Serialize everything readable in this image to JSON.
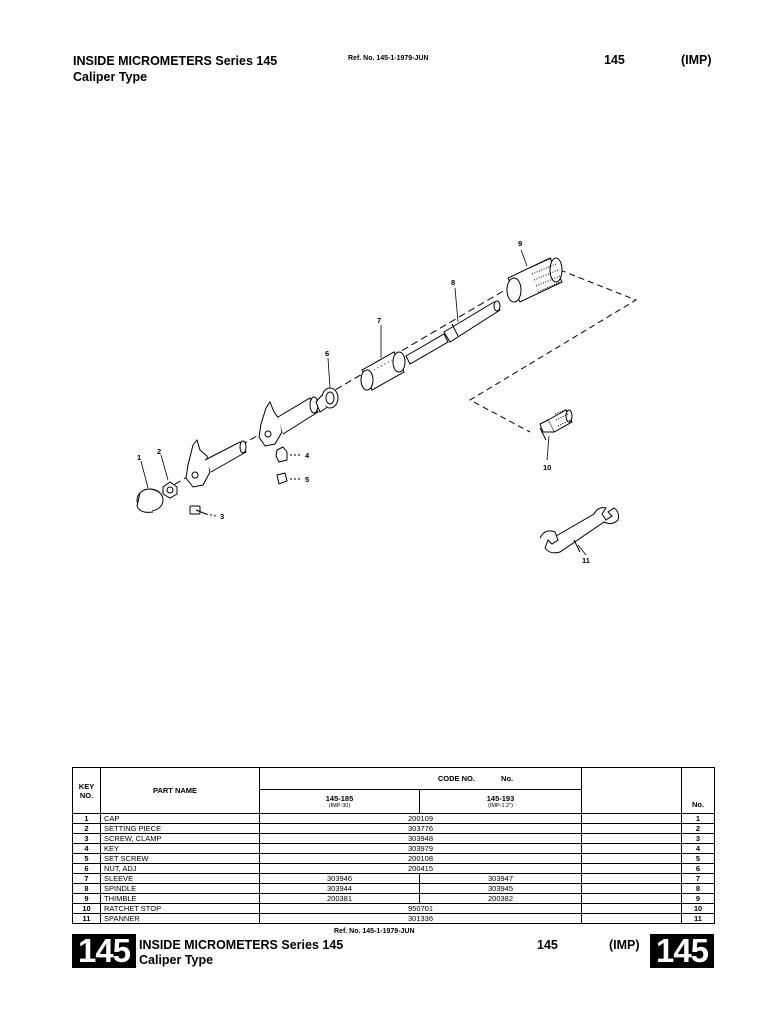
{
  "header": {
    "title_line1": "INSIDE MICROMETERS Series 145",
    "title_line2": "Caliper Type",
    "ref": "Ref. No. 145-1-1979-JUN",
    "number": "145",
    "category": "(IMP)"
  },
  "diagram": {
    "callouts": [
      "1",
      "2",
      "3",
      "4",
      "5",
      "6",
      "7",
      "8",
      "9",
      "10",
      "11"
    ]
  },
  "table": {
    "head": {
      "key_no": "KEY NO.",
      "part_name": "PART NAME",
      "code_no": "CODE NO.",
      "no_mid": "No.",
      "no_end": "No.",
      "model_a": "145-185",
      "model_a_sub": "(IMP-30)",
      "model_b": "145-193",
      "model_b_sub": "(IMP-1.2\")"
    },
    "rows": [
      {
        "key": "1",
        "name": "CAP",
        "a": "200109",
        "b": "",
        "end": "1"
      },
      {
        "key": "2",
        "name": "SETTING PIECE",
        "a": "303776",
        "b": "",
        "end": "2"
      },
      {
        "key": "3",
        "name": "SCREW, CLAMP",
        "a": "303948",
        "b": "",
        "end": "3"
      },
      {
        "key": "4",
        "name": "KEY",
        "a": "303979",
        "b": "",
        "end": "4"
      },
      {
        "key": "5",
        "name": "SET SCREW",
        "a": "200108",
        "b": "",
        "end": "5"
      },
      {
        "key": "6",
        "name": "NUT, ADJ",
        "a": "200415",
        "b": "",
        "end": "6"
      },
      {
        "key": "7",
        "name": "SLEEVE",
        "a": "303946",
        "b": "303947",
        "end": "7"
      },
      {
        "key": "8",
        "name": "SPINDLE",
        "a": "303944",
        "b": "303945",
        "end": "8"
      },
      {
        "key": "9",
        "name": "THIMBLE",
        "a": "200381",
        "b": "200382",
        "end": "9"
      },
      {
        "key": "10",
        "name": "RATCHET STOP",
        "a": "950701",
        "b": "",
        "end": "10"
      },
      {
        "key": "11",
        "name": "SPANNER",
        "a": "301336",
        "b": "",
        "end": "11"
      }
    ]
  },
  "footer": {
    "ref": "Ref. No. 145-1-1979-JUN",
    "big_left": "145",
    "title_line1": "INSIDE MICROMETERS Series 145",
    "title_line2": "Caliper Type",
    "number": "145",
    "category": "(IMP)",
    "big_right": "145"
  }
}
